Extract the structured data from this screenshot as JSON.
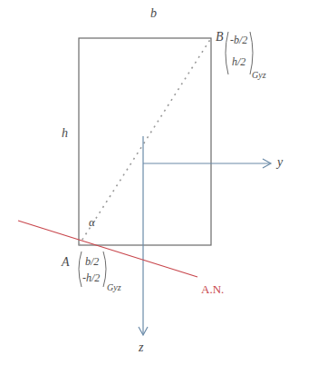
{
  "diagram": {
    "labels": [
      "b",
      "h",
      "B",
      "-b/2",
      "h/2",
      "Gyz",
      "A",
      "b/2",
      "-h/2",
      "Gyz",
      "α",
      "y",
      "z",
      "A.N."
    ]
  }
}
